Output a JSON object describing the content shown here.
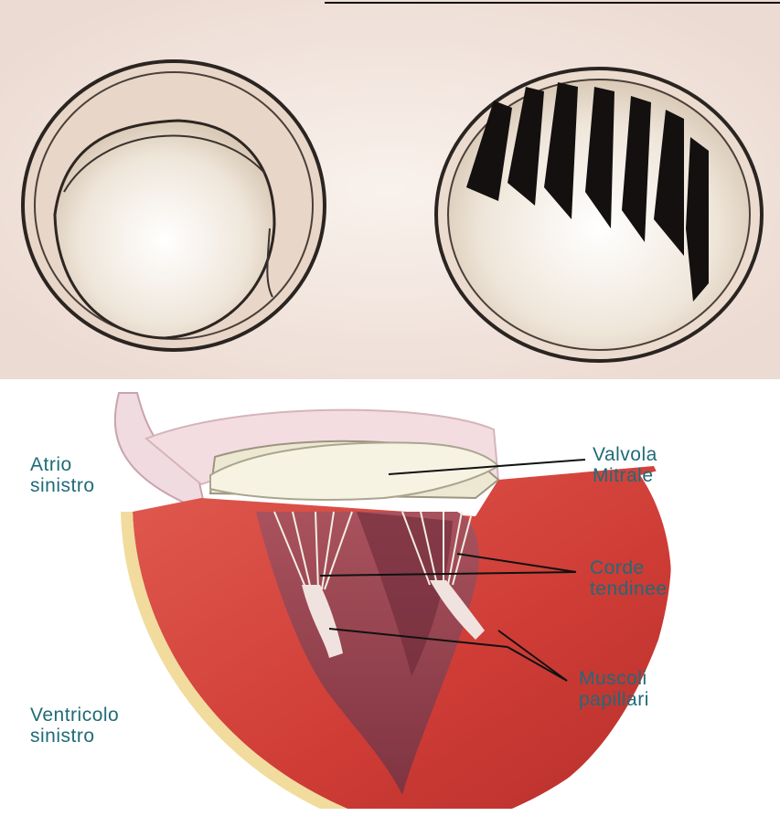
{
  "labels": {
    "atrio": "Atrio\nsinistro",
    "valvola": "Valvola\nMitrale",
    "corde": "Corde\ntendinee",
    "muscoli": "Muscoli\npapillari",
    "ventricolo": "Ventricolo\nsinistro"
  },
  "colors": {
    "label_text": "#1f6b78",
    "myocardium": "#d4453f",
    "valve": "#f2ecd6",
    "background_top": "#f3e8e2"
  }
}
